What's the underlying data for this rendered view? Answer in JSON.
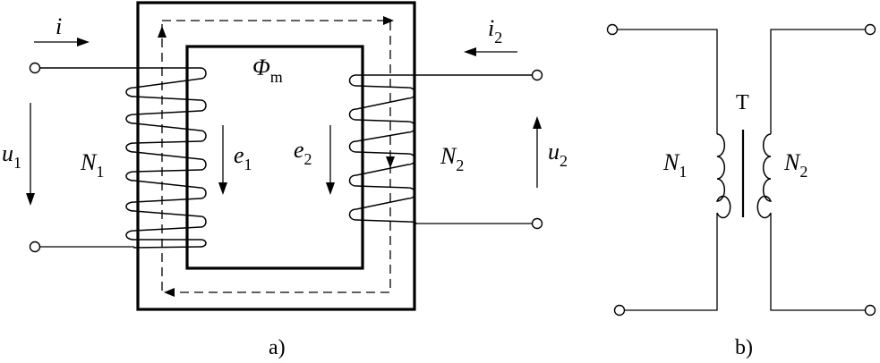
{
  "diagram_a": {
    "caption": "a)",
    "current_primary": {
      "symbol": "i"
    },
    "current_secondary": {
      "symbol": "i",
      "sub": "2"
    },
    "flux": {
      "symbol": "Φ",
      "sub": "m"
    },
    "voltage_primary": {
      "symbol": "u",
      "sub": "1"
    },
    "voltage_secondary": {
      "symbol": "u",
      "sub": "2"
    },
    "turns_primary": {
      "symbol": "N",
      "sub": "1"
    },
    "turns_secondary": {
      "symbol": "N",
      "sub": "2"
    },
    "emf_primary": {
      "symbol": "e",
      "sub": "1"
    },
    "emf_secondary": {
      "symbol": "e",
      "sub": "2"
    }
  },
  "diagram_b": {
    "caption": "b)",
    "transformer_label": "T",
    "turns_primary": {
      "symbol": "N",
      "sub": "1"
    },
    "turns_secondary": {
      "symbol": "N",
      "sub": "2"
    }
  }
}
